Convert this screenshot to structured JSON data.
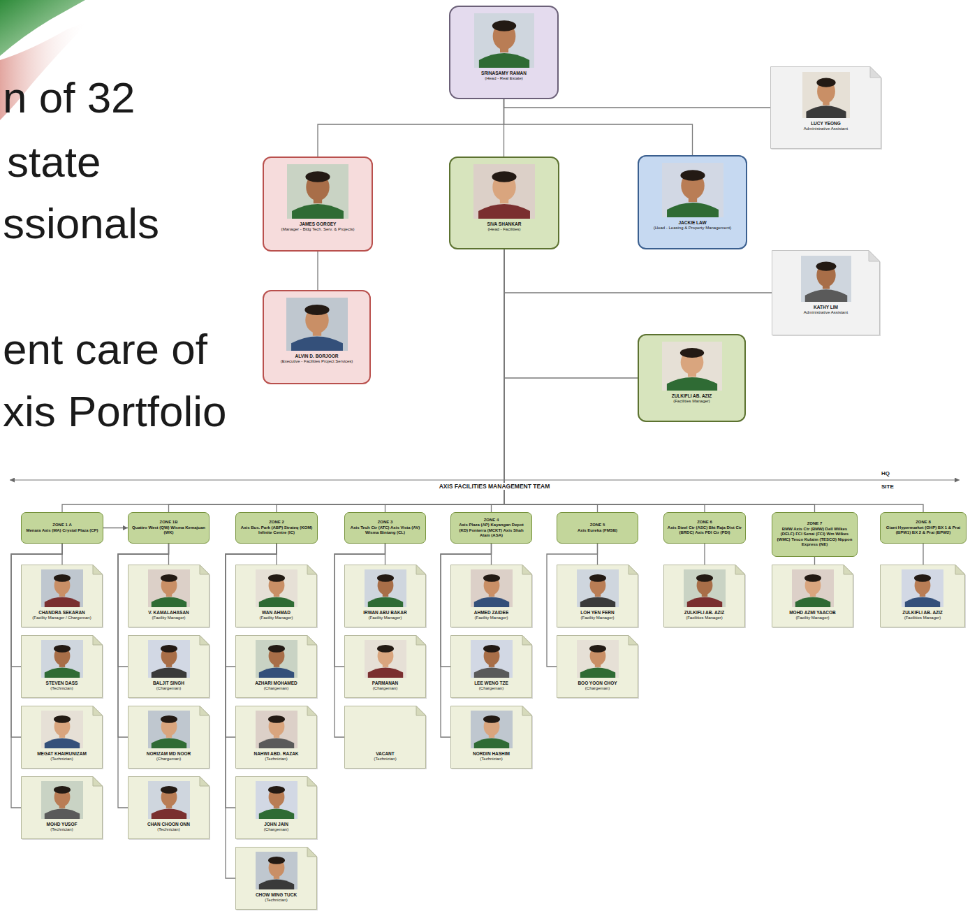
{
  "diagram": {
    "nodes": [
      {
        "text": [
          "SRINASAMY RAMAN",
          "(Head - Real Estate)"
        ]
      },
      {
        "text": [
          "LUCY YEONG",
          "Administrative Assistant"
        ]
      },
      {
        "text": [
          "JAMES GORGEY",
          "(Manager - Bldg Tech. Serv. & Projects)"
        ]
      },
      {
        "text": [
          "SIVA SHANKAR",
          "(Head - Facilities)"
        ]
      },
      {
        "text": [
          "JACKIE LAW",
          "(Head - Leasing & Property Management)"
        ]
      },
      {
        "text": [
          "ALVIN D. BORJOOR",
          "(Executive - Facilities Project Services)"
        ]
      },
      {
        "text": [
          "KATHY LIM",
          "Administrative Assistant"
        ]
      },
      {
        "text": [
          "ZULKIFLI AB. AZIZ",
          "(Facilities Manager)"
        ]
      },
      {
        "text": [
          "ZONE 1 A",
          "Menara Axis (MA) Crystal Plaza (CP)"
        ]
      },
      {
        "text": [
          "ZONE 1B",
          "Quattro West (QW) Wisma Kemajuan (WK)"
        ]
      },
      {
        "text": [
          "ZONE 2",
          "Axis Bus. Park (ABP) Strateq (KOM) Infinite Centre (IC)"
        ]
      },
      {
        "text": [
          "ZONE 3",
          "Axis Tech Ctr (ATC) Axis Vista (AV) Wisma Bintang (CL)"
        ]
      },
      {
        "text": [
          "ZONE 4",
          "Axis Plaza (AP) Kayangan Depot (KD) Fonterra (MCKT) Axis Shah Alam (ASA)"
        ]
      },
      {
        "text": [
          "ZONE 5",
          "Axis Eureka (FMSB)"
        ]
      },
      {
        "text": [
          "ZONE 6",
          "Axis Steel Ctr (ASC) Bkt Raja Dist Ctr (BRDC) Axis PDI Ctr (PDI)"
        ]
      },
      {
        "text": [
          "ZONE 7",
          "BMW Axis Ctr (BMW) Dell Wilkes (DELF) FCI Senai (FCI) Wm Wilkes (WMC) Tesco Kulaim (TESCO) Nippon Express (NE)"
        ]
      },
      {
        "text": [
          "ZONE 8",
          "Giant Hypermarket (GHP) BX 1 & Prai (BPW1) BX 2 & Prai (BPW2)"
        ]
      },
      {
        "text": [
          "CHANDRA SEKARAN",
          "(Facility Manager / Chargeman)"
        ]
      },
      {
        "text": [
          "STEVEN DASS",
          "(Technician)"
        ]
      },
      {
        "text": [
          "MEGAT KHAIRUNIZAM",
          "(Technician)"
        ]
      },
      {
        "text": [
          "MOHD YUSOF",
          "(Technician)"
        ]
      },
      {
        "text": [
          "V. KAMALAHASAN",
          "(Facility Manager)"
        ]
      },
      {
        "text": [
          "BALJIT SINGH",
          "(Chargeman)"
        ]
      },
      {
        "text": [
          "NORIZAM MD NOOR",
          "(Chargeman)"
        ]
      },
      {
        "text": [
          "CHAN CHOON ONN",
          "(Technician)"
        ]
      },
      {
        "text": [
          "WAN AHMAD",
          "(Facility Manager)"
        ]
      },
      {
        "text": [
          "AZHARI MOHAMED",
          "(Chargeman)"
        ]
      },
      {
        "text": [
          "NAHWI ABD. RAZAK",
          "(Technician)"
        ]
      },
      {
        "text": [
          "JOHN JAIN",
          "(Chargeman)"
        ]
      },
      {
        "text": [
          "CHOW MING TUCK",
          "(Technician)"
        ]
      },
      {
        "text": [
          "IRWAN ABU BAKAR",
          "(Facility Manager)"
        ]
      },
      {
        "text": [
          "PARMANAN",
          "(Chargeman)"
        ]
      },
      {
        "text": [
          "VACANT",
          "(Technician)"
        ]
      },
      {
        "text": [
          "AHMED ZAIDEE",
          "(Facility Manager)"
        ]
      },
      {
        "text": [
          "LEE WENG TZE",
          "(Chargeman)"
        ]
      },
      {
        "text": [
          "NORDIN HASHIM",
          "(Technician)"
        ]
      },
      {
        "text": [
          "LOH YEN FERN",
          "(Facility Manager)"
        ]
      },
      {
        "text": [
          "BOO YOON CHOY",
          "(Chargeman)"
        ]
      },
      {
        "text": [
          "ZULKIFLI AB. AZIZ",
          "(Facilities Manager)"
        ]
      },
      {
        "text": [
          "MOHD AZMI YAACOB",
          "(Facility Manager)"
        ]
      },
      {
        "text": [
          "ZULKIFLI AB. AZIZ",
          "(Facilities Manager)"
        ]
      }
    ],
    "edges": [
      {
        "from": 0,
        "to": 1,
        "arrow": "none"
      },
      {
        "from": 0,
        "to": 2,
        "arrow": "none"
      },
      {
        "from": 0,
        "to": 3,
        "arrow": "none"
      },
      {
        "from": 0,
        "to": 4,
        "arrow": "none"
      },
      {
        "from": 2,
        "to": 5,
        "arrow": "none"
      },
      {
        "from": 3,
        "to": 6,
        "arrow": "none"
      },
      {
        "from": 3,
        "to": 7,
        "arrow": "none"
      },
      {
        "from": 3,
        "to": 8,
        "arrow": "none"
      },
      {
        "from": 3,
        "to": 9,
        "arrow": "none"
      },
      {
        "from": 3,
        "to": 10,
        "arrow": "none"
      },
      {
        "from": 3,
        "to": 11,
        "arrow": "none"
      },
      {
        "from": 3,
        "to": 12,
        "arrow": "none"
      },
      {
        "from": 3,
        "to": 13,
        "arrow": "none"
      },
      {
        "from": 3,
        "to": 14,
        "arrow": "none"
      },
      {
        "from": 3,
        "to": 15,
        "arrow": "none"
      },
      {
        "from": 3,
        "to": 16,
        "arrow": "none"
      },
      {
        "from": 8,
        "to": 9,
        "arrow": "to"
      },
      {
        "from": 8,
        "to": 17,
        "arrow": "none"
      },
      {
        "from": 8,
        "to": 18,
        "arrow": "none"
      },
      {
        "from": 8,
        "to": 19,
        "arrow": "none"
      },
      {
        "from": 8,
        "to": 20,
        "arrow": "none"
      },
      {
        "from": 9,
        "to": 21,
        "arrow": "none"
      },
      {
        "from": 9,
        "to": 22,
        "arrow": "none"
      },
      {
        "from": 9,
        "to": 23,
        "arrow": "none"
      },
      {
        "from": 9,
        "to": 24,
        "arrow": "none"
      },
      {
        "from": 10,
        "to": 25,
        "arrow": "none"
      },
      {
        "from": 10,
        "to": 26,
        "arrow": "none"
      },
      {
        "from": 10,
        "to": 27,
        "arrow": "none"
      },
      {
        "from": 10,
        "to": 28,
        "arrow": "none"
      },
      {
        "from": 10,
        "to": 29,
        "arrow": "none"
      },
      {
        "from": 11,
        "to": 30,
        "arrow": "none"
      },
      {
        "from": 11,
        "to": 31,
        "arrow": "none"
      },
      {
        "from": 11,
        "to": 32,
        "arrow": "none"
      },
      {
        "from": 12,
        "to": 33,
        "arrow": "none"
      },
      {
        "from": 12,
        "to": 34,
        "arrow": "none"
      },
      {
        "from": 12,
        "to": 35,
        "arrow": "none"
      },
      {
        "from": 13,
        "to": 36,
        "arrow": "none"
      },
      {
        "from": 13,
        "to": 37,
        "arrow": "none"
      },
      {
        "from": 14,
        "to": 38,
        "arrow": "none"
      },
      {
        "from": 15,
        "to": 39,
        "arrow": "none"
      },
      {
        "from": 16,
        "to": 40,
        "arrow": "none"
      }
    ],
    "labels": [
      "n of 32",
      "state",
      "ssionals",
      "ent care of",
      "xis Portfolio",
      "AXIS FACILITIES MANAGEMENT TEAM",
      "HQ",
      "SITE"
    ]
  }
}
